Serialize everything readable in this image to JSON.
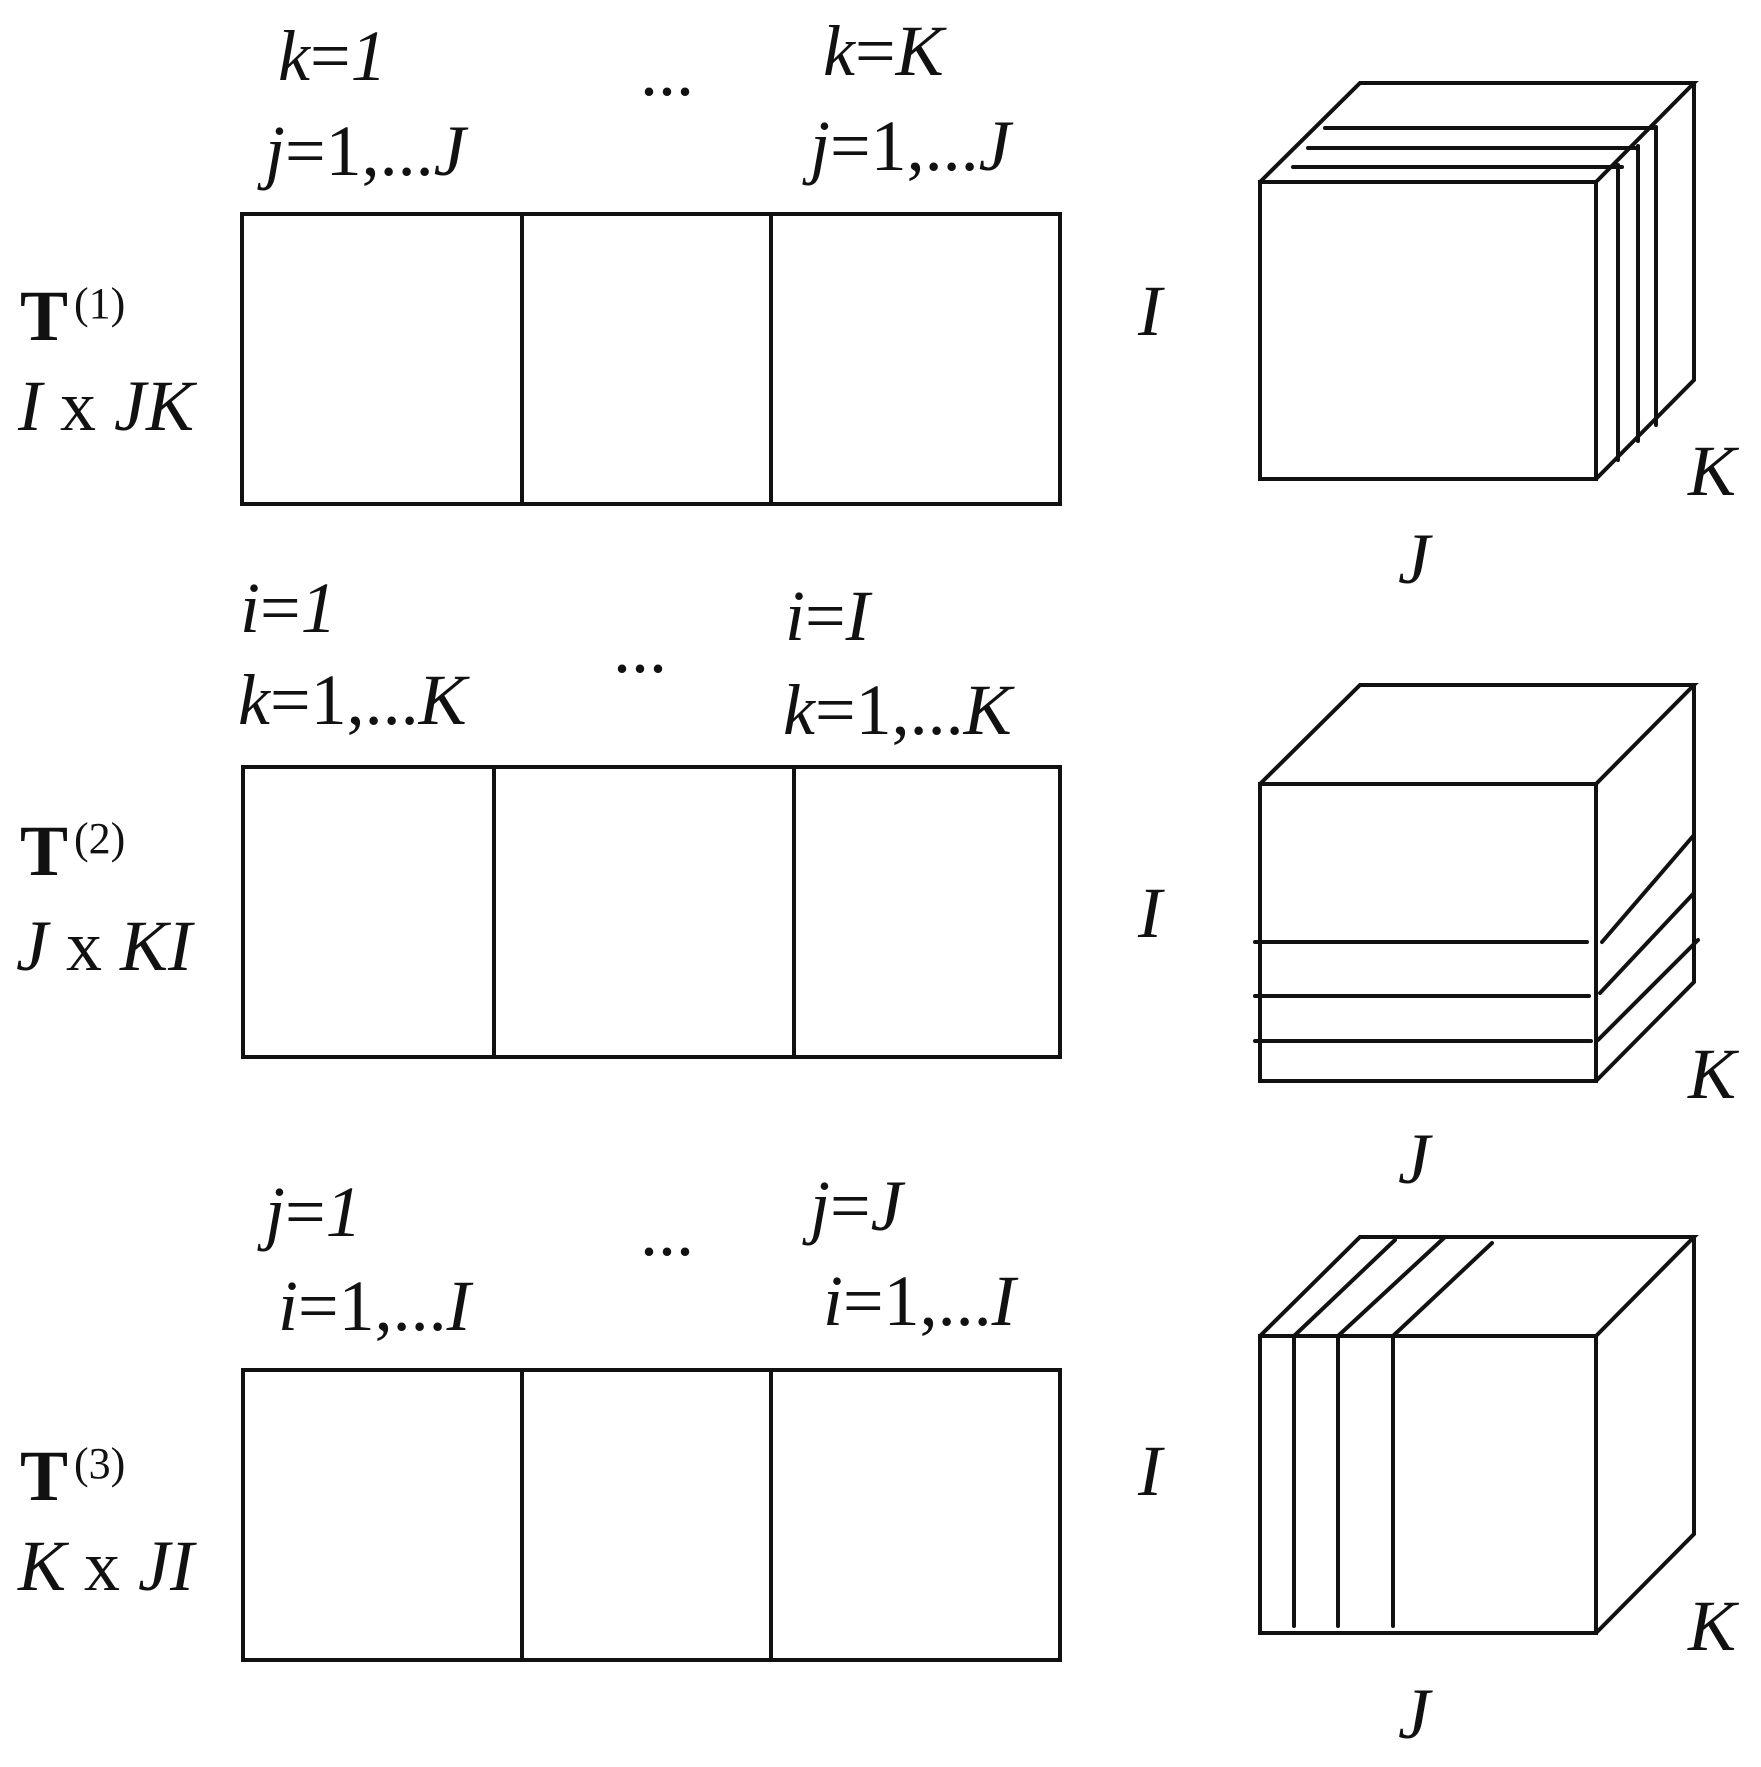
{
  "rows": [
    {
      "matrix_symbol": "T",
      "matrix_index": "(1)",
      "dims": {
        "first": "I",
        "x": "x",
        "second": "JK"
      },
      "left_block": {
        "index_var": "k",
        "index_val": "1",
        "range_var": "j",
        "range_tail": "=1,...",
        "range_end": "J"
      },
      "ellipsis": "...",
      "right_block": {
        "index_var": "k",
        "index_val": "K",
        "range_var": "j",
        "range_tail": "=1,...",
        "range_end": "J"
      },
      "cube_labels": {
        "height": "I",
        "width": "J",
        "depth": "K"
      },
      "slice_orientation": "frontal"
    },
    {
      "matrix_symbol": "T",
      "matrix_index": "(2)",
      "dims": {
        "first": "J",
        "x": "x",
        "second": "KI"
      },
      "left_block": {
        "index_var": "i",
        "index_val": "1",
        "range_var": "k",
        "range_tail": "=1,...",
        "range_end": "K"
      },
      "ellipsis": "...",
      "right_block": {
        "index_var": "i",
        "index_val": "I",
        "range_var": "k",
        "range_tail": "=1,...",
        "range_end": "K"
      },
      "cube_labels": {
        "height": "I",
        "width": "J",
        "depth": "K"
      },
      "slice_orientation": "horizontal"
    },
    {
      "matrix_symbol": "T",
      "matrix_index": "(3)",
      "dims": {
        "first": "K",
        "x": "x",
        "second": "JI"
      },
      "left_block": {
        "index_var": "j",
        "index_val": "1",
        "range_var": "i",
        "range_tail": "=1,...",
        "range_end": "I"
      },
      "ellipsis": "...",
      "right_block": {
        "index_var": "j",
        "index_val": "J",
        "range_var": "i",
        "range_tail": "=1,...",
        "range_end": "I"
      },
      "cube_labels": {
        "height": "I",
        "width": "J",
        "depth": "K"
      },
      "slice_orientation": "lateral"
    }
  ]
}
